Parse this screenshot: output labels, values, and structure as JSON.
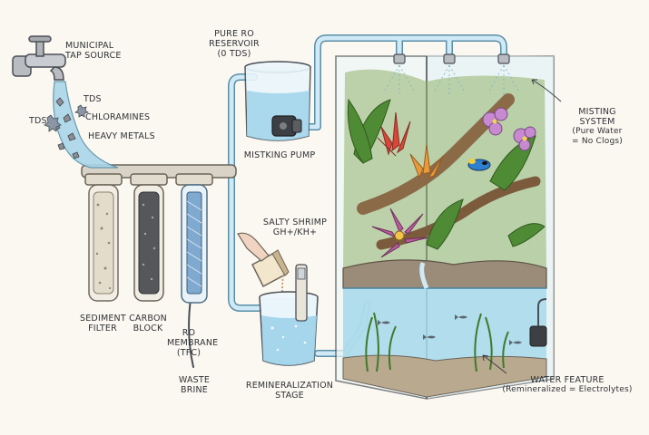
{
  "labels": {
    "tap_source": [
      "MUNICIPAL",
      "TAP SOURCE"
    ],
    "contaminants": [
      "TDS",
      "CHLORAMINES",
      "HEAVY METALS"
    ],
    "contaminant_tds_left": "TDS",
    "sediment_filter": [
      "SEDIMENT",
      "FILTER"
    ],
    "carbon_block": [
      "CARBON",
      "BLOCK"
    ],
    "ro_membrane": [
      "RO",
      "MEMBRANE",
      "(TFC)"
    ],
    "waste_brine": [
      "WASTE",
      "BRINE"
    ],
    "ro_reservoir": [
      "PURE RO",
      "RESERVOIR",
      "(0 TDS)"
    ],
    "misting_pump": "MISTKING PUMP",
    "salty_shrimp": [
      "SALTY SHRIMP",
      "GH+/KH+"
    ],
    "remineralization": [
      "REMINERALIZATION",
      "STAGE"
    ],
    "misting_system": [
      "MISTING",
      "SYSTEM",
      "(Pure Water",
      "= No Clogs)"
    ],
    "water_feature": [
      "WATER FEATURE",
      "(Remineralized = Electrolytes)"
    ]
  },
  "colors": {
    "water": "#9fd3ea",
    "pipe": "#bfe3f2",
    "outline": "#4a4f55",
    "plant_green": "#5c9a3c",
    "bromeliad_red": "#d9473a",
    "orchid_pink": "#c78ad0"
  },
  "icons": [
    "faucet-icon",
    "filter-housing-icon",
    "pump-icon",
    "misting-nozzle-icon",
    "tds-meter-icon",
    "frog-icon",
    "fish-icon"
  ]
}
